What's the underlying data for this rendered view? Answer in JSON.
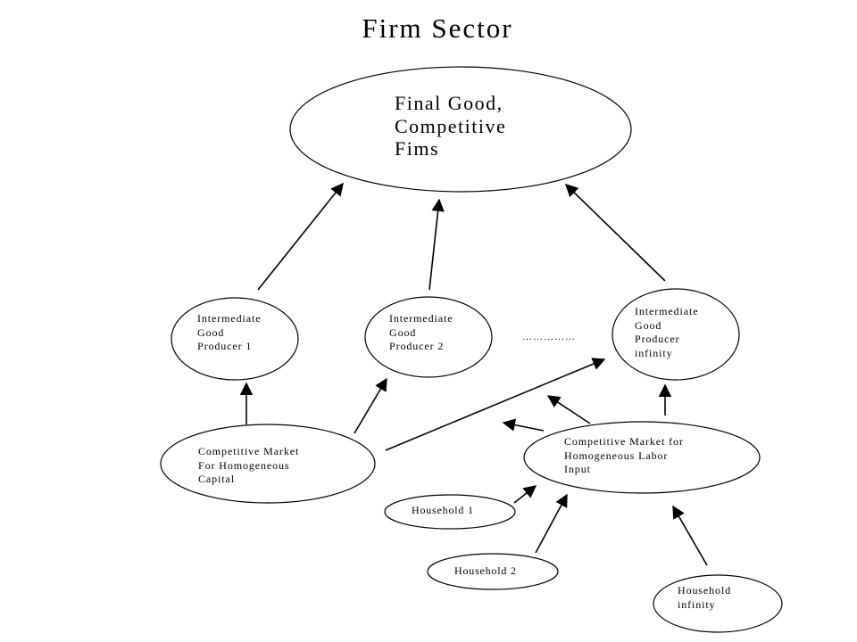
{
  "title": "Firm Sector",
  "nodes": {
    "final_good": "Final Good,\nCompetitive\nFims",
    "intermediate_1": "Intermediate\nGood\nProducer  1",
    "intermediate_2": "Intermediate\nGood\nProducer  2",
    "intermediate_inf": "Intermediate\nGood\nProducer\ninfinity",
    "capital_market": "Competitive Market\nFor Homogeneous\nCapital",
    "labor_market": "Competitive Market for\nHomogeneous Labor\nInput",
    "household_1": "Household 1",
    "household_2": "Household 2",
    "household_inf": "Household\ninfinity"
  },
  "ellipsis": "……………"
}
